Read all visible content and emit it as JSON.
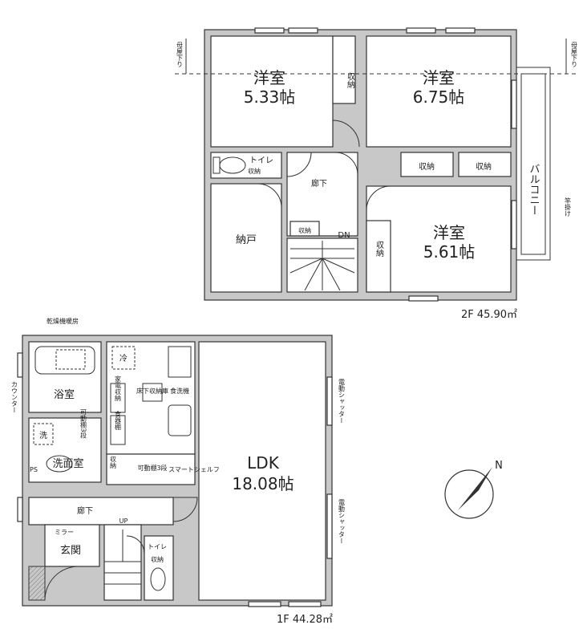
{
  "floor2": {
    "caption": "2F 45.90㎡",
    "room_nw": {
      "name": "洋室",
      "size": "5.33帖"
    },
    "room_ne": {
      "name": "洋室",
      "size": "6.75帖"
    },
    "room_se": {
      "name": "洋室",
      "size": "5.61帖"
    },
    "closet": "収納",
    "toilet": "トイレ",
    "corridor": "廊下",
    "storage_room": "納戸",
    "dn": "DN",
    "balcony": "バルコニー",
    "pole_hanger": "竿掛け",
    "eave_left": "母屋下り",
    "eave_right": "母屋下り"
  },
  "floor1": {
    "caption": "1F 44.28㎡",
    "dryer": "乾燥機暖房",
    "bath": "浴室",
    "counter": "カウンター",
    "washer": "洗",
    "shelf_adjustable": "可動棚3段",
    "washroom": "洗面室",
    "ps": "PS",
    "closet": "収納",
    "appliance_storage": "家電収納",
    "food_shelf": "食器棚",
    "underfloor": "床下収納庫",
    "dishwasher": "食洗機",
    "fridge": "冷",
    "shelf3": "可動棚3段",
    "smart_shelf": "スマートシェルフ",
    "ldk": {
      "name": "LDK",
      "size": "18.08帖"
    },
    "shutter_top": "電動シャッター",
    "shutter_bottom": "電動シャッター",
    "corridor": "廊下",
    "up": "UP",
    "mirror": "ミラー",
    "entrance": "玄関",
    "toilet": "トイレ",
    "toilet_closet": "収納"
  },
  "compass": {
    "label": "N"
  }
}
